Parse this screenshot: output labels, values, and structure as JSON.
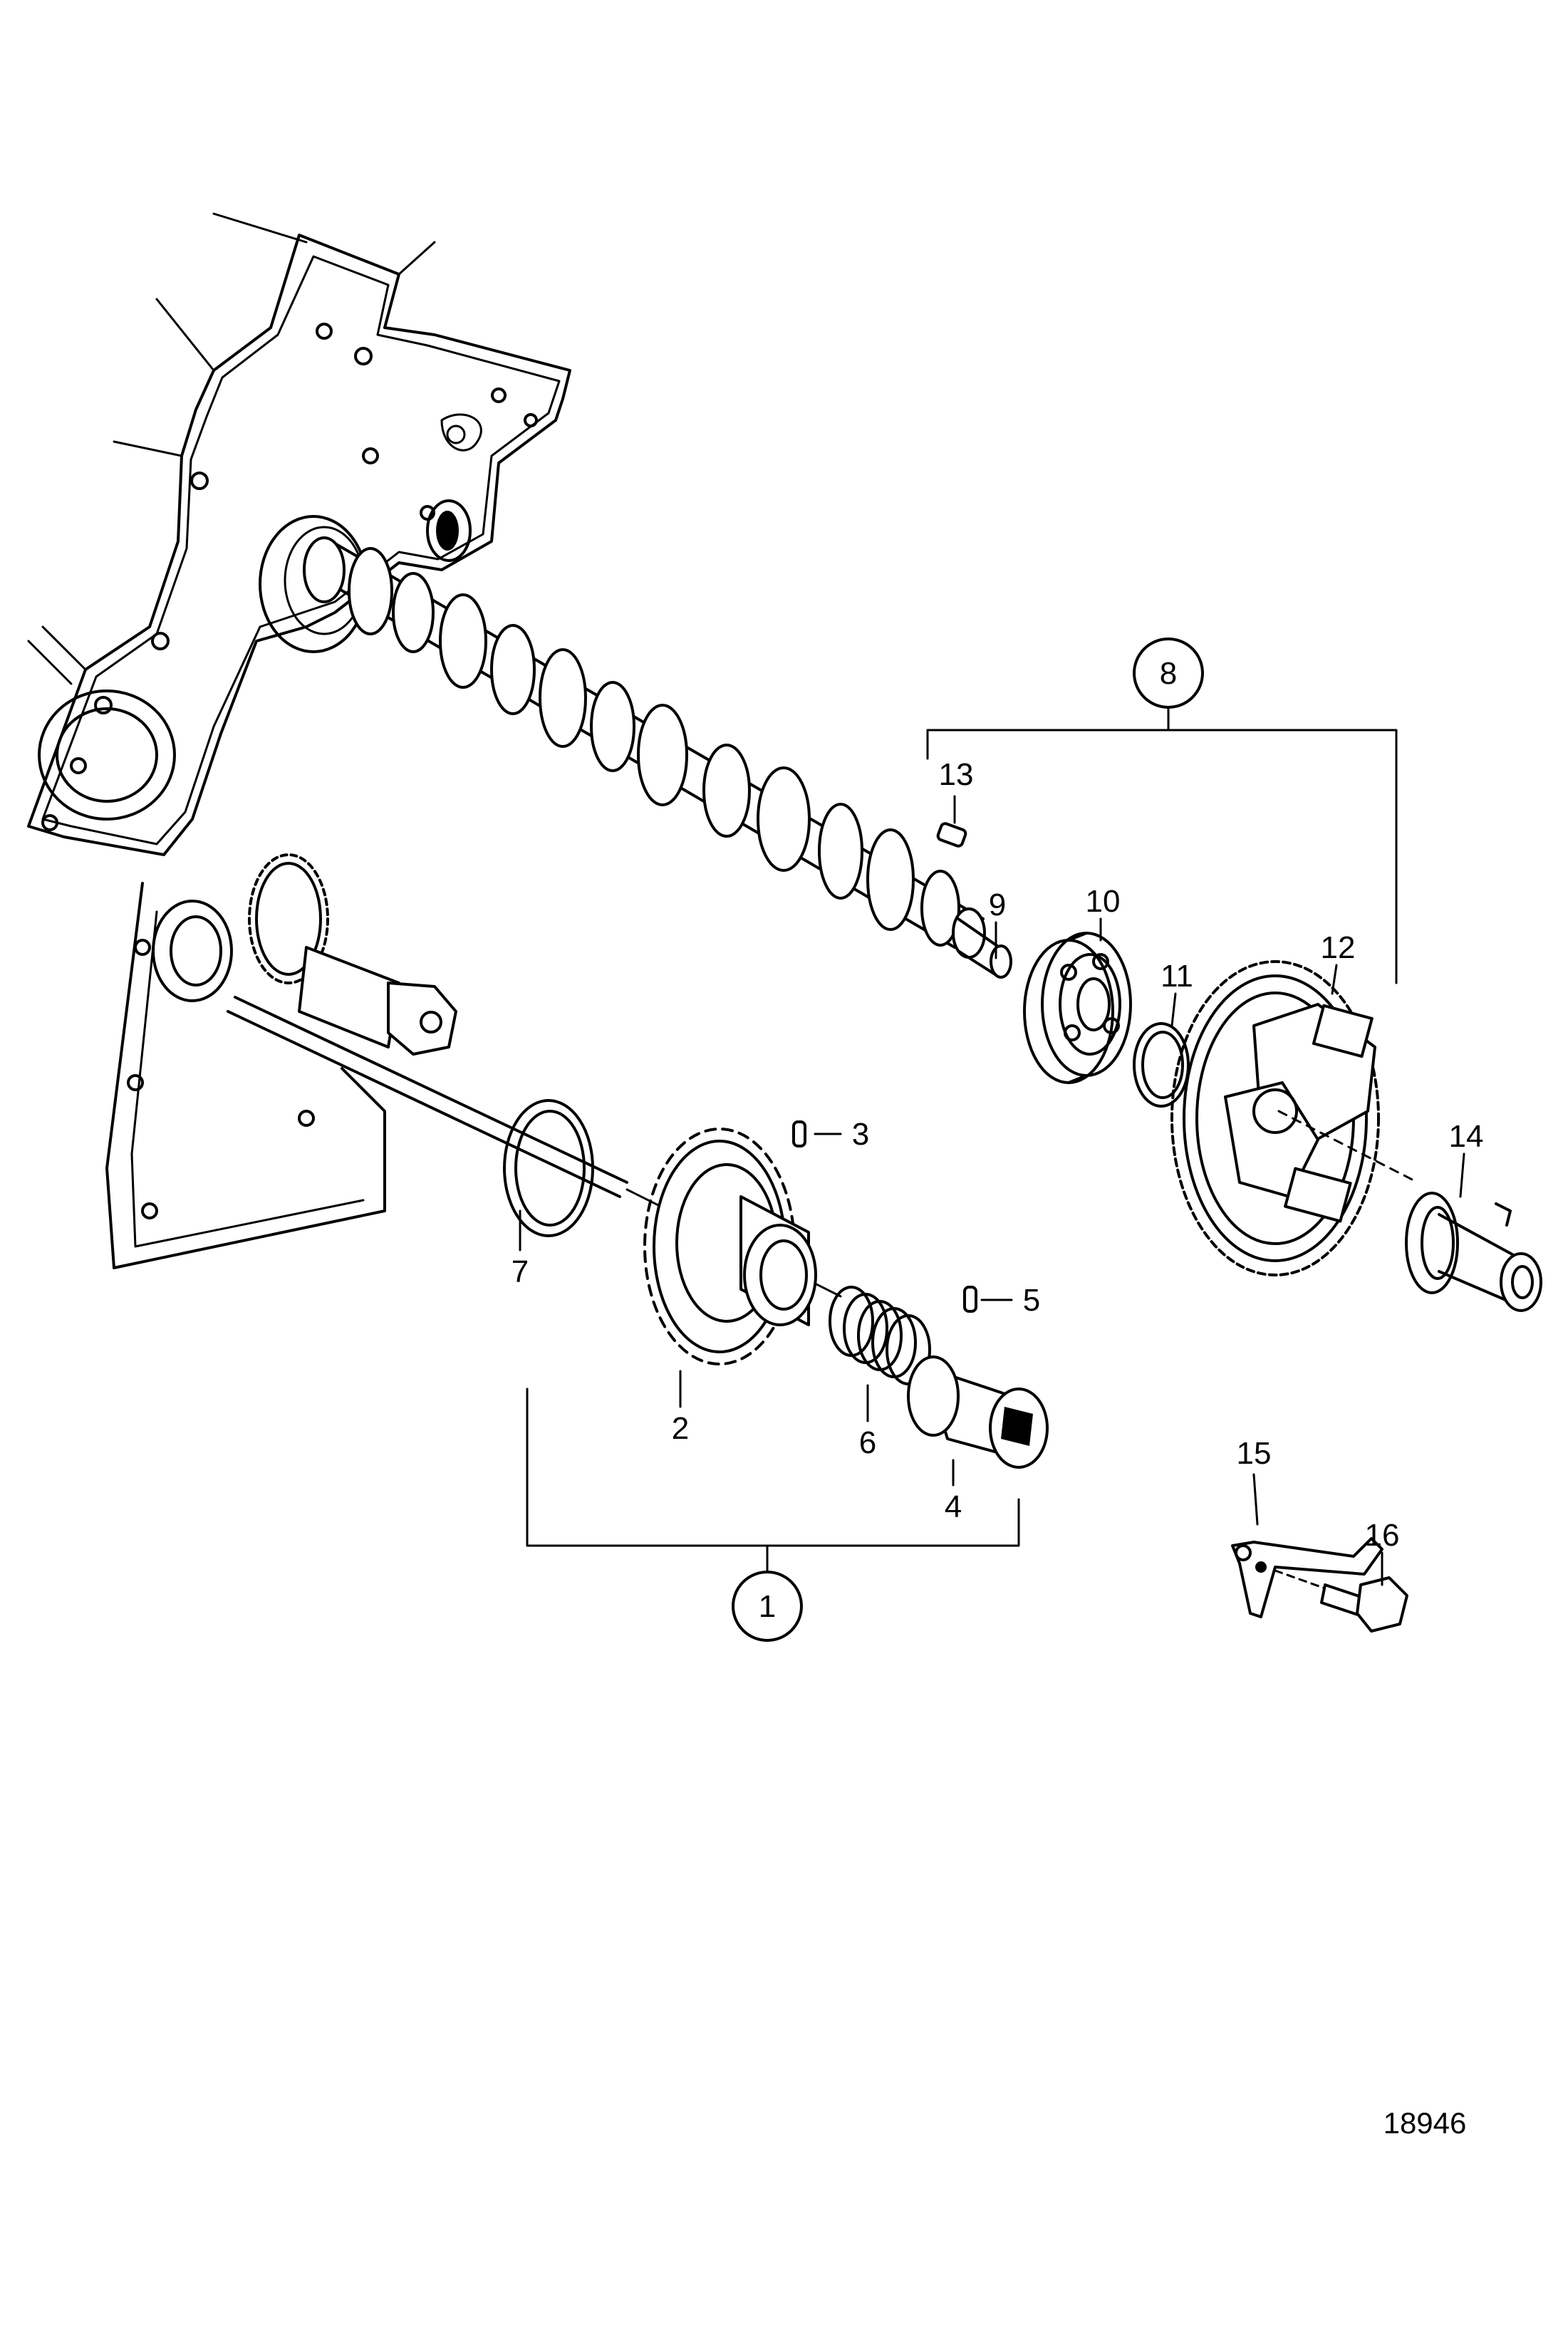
{
  "callouts": {
    "c1": "1",
    "c2": "2",
    "c3": "3",
    "c4": "4",
    "c5": "5",
    "c6": "6",
    "c7": "7",
    "c8": "8",
    "c9": "9",
    "c10": "10",
    "c11": "11",
    "c12": "12",
    "c13": "13",
    "c14": "14",
    "c15": "15",
    "c16": "16"
  },
  "drawing_number": "18946"
}
